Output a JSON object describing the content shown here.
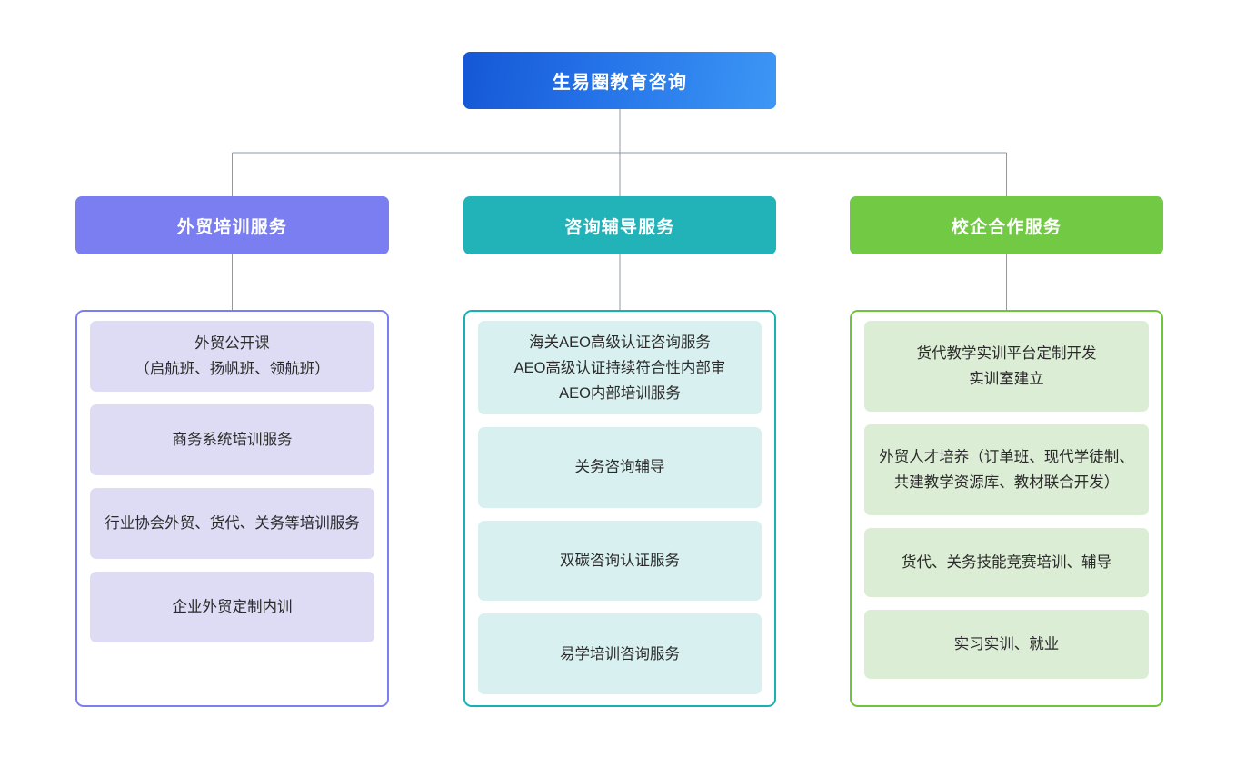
{
  "colors": {
    "root_gradient_start": "#1557d6",
    "root_gradient_end": "#3d97f5",
    "branch_purple": "#7b7ef0",
    "branch_purple_card": "#dedbf4",
    "branch_teal": "#21b3b8",
    "branch_teal_card": "#d8f0f0",
    "branch_green": "#72c944",
    "branch_green_card": "#dcedd5",
    "connector_line": "#8c9aa6",
    "background": "#ffffff",
    "item_text": "#2b2b2b",
    "header_text": "#ffffff"
  },
  "chart_data": {
    "type": "diagram",
    "diagram_kind": "organization-tree",
    "title": "生易圈教育咨询",
    "levels": 3,
    "branch_count": 3,
    "total_leaf_nodes": 12
  },
  "root": {
    "label": "生易圈教育咨询"
  },
  "branches": [
    {
      "id": "training",
      "header": "外贸培训服务",
      "accent": "#7b7ef0",
      "card_color": "#dedbf4",
      "items": [
        "外贸公开课\n（启航班、扬帆班、领航班）",
        "商务系统培训服务",
        "行业协会外贸、货代、关务等培训服务",
        "企业外贸定制内训"
      ]
    },
    {
      "id": "consulting",
      "header": "咨询辅导服务",
      "accent": "#21b3b8",
      "card_color": "#d8f0f0",
      "items": [
        "海关AEO高级认证咨询服务\nAEO高级认证持续符合性内部审\nAEO内部培训服务",
        "关务咨询辅导",
        "双碳咨询认证服务",
        "易学培训咨询服务"
      ]
    },
    {
      "id": "cooperation",
      "header": "校企合作服务",
      "accent": "#72c944",
      "card_color": "#dcedd5",
      "items": [
        "货代教学实训平台定制开发\n实训室建立",
        "外贸人才培养（订单班、现代学徒制、共建教学资源库、教材联合开发）",
        "货代、关务技能竞赛培训、辅导",
        "实习实训、就业"
      ]
    }
  ]
}
